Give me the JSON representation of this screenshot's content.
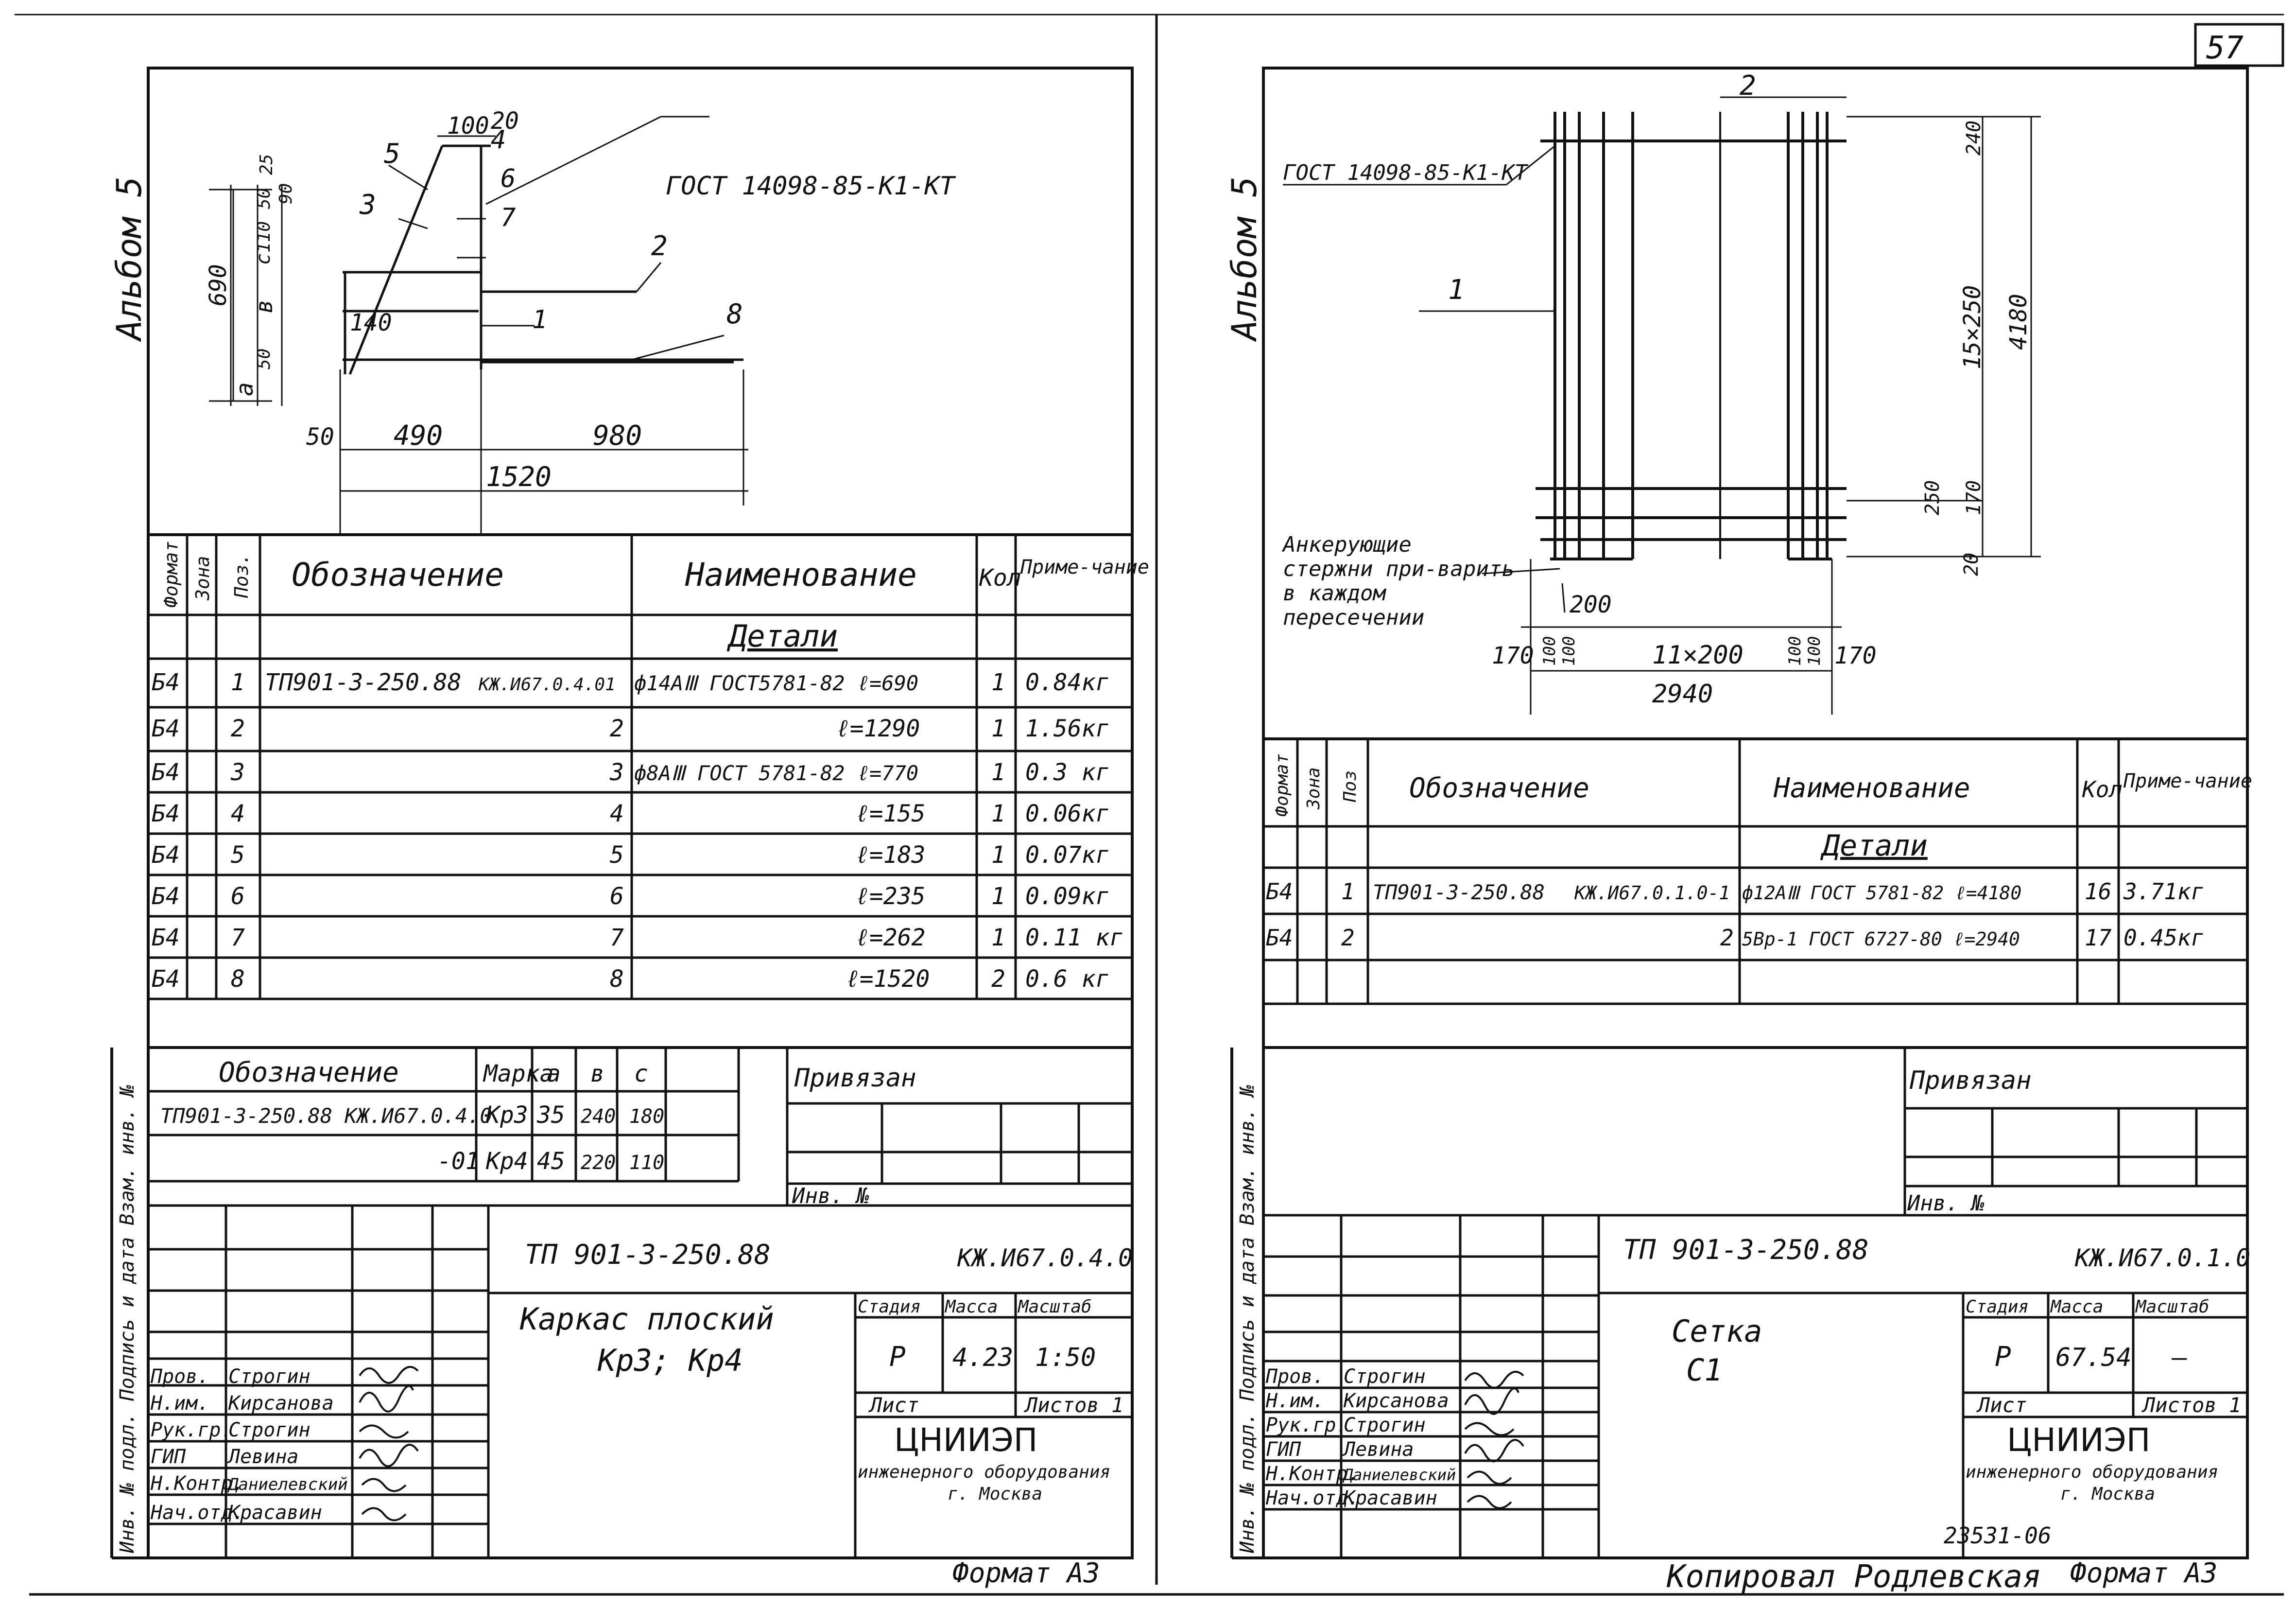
{
  "page": {
    "page_number": "57",
    "copied_by": "Копировал Родлевская",
    "stamp_number": "23531-06"
  },
  "left": {
    "album_label": "Альбом 5",
    "drawing": {
      "gost_label": "ГОСТ 14098-85-К1-КТ",
      "dims": {
        "d100": "100",
        "d20": "20",
        "d25": "25",
        "d50a": "50",
        "d90": "90",
        "dc": "с",
        "d110": "110",
        "d690": "690",
        "db": "в",
        "d50b": "50",
        "da": "а",
        "d140": "140",
        "d50c": "50",
        "d490": "490",
        "d980": "980",
        "d1520": "1520"
      },
      "callouts": [
        "1",
        "2",
        "3",
        "4",
        "5",
        "6",
        "7",
        "8"
      ]
    },
    "spec": {
      "headers": {
        "format": "Формат",
        "zone": "Зона",
        "pos": "Поз.",
        "designation": "Обозначение",
        "name": "Наименование",
        "qty": "Кол",
        "note": "Приме-чание"
      },
      "section": "Детали",
      "rows": [
        {
          "format": "Б4",
          "pos": "1",
          "designation": "ТП901-3-250.88",
          "doc": "КЖ.И67.0.4.01",
          "name": "ф14АⅢ ГОСТ5781-82 ℓ=690",
          "qty": "1",
          "note": "0.84кг"
        },
        {
          "format": "Б4",
          "pos": "2",
          "designation": "",
          "doc": "2",
          "name": "ℓ=1290",
          "qty": "1",
          "note": "1.56кг"
        },
        {
          "format": "Б4",
          "pos": "3",
          "designation": "",
          "doc": "3",
          "name": "ф8АⅢ ГОСТ 5781-82 ℓ=770",
          "qty": "1",
          "note": "0.3 кг"
        },
        {
          "format": "Б4",
          "pos": "4",
          "designation": "",
          "doc": "4",
          "name": "ℓ=155",
          "qty": "1",
          "note": "0.06кг"
        },
        {
          "format": "Б4",
          "pos": "5",
          "designation": "",
          "doc": "5",
          "name": "ℓ=183",
          "qty": "1",
          "note": "0.07кг"
        },
        {
          "format": "Б4",
          "pos": "6",
          "designation": "",
          "doc": "6",
          "name": "ℓ=235",
          "qty": "1",
          "note": "0.09кг"
        },
        {
          "format": "Б4",
          "pos": "7",
          "designation": "",
          "doc": "7",
          "name": "ℓ=262",
          "qty": "1",
          "note": "0.11 кг"
        },
        {
          "format": "Б4",
          "pos": "8",
          "designation": "",
          "doc": "8",
          "name": "ℓ=1520",
          "qty": "2",
          "note": "0.6 кг"
        }
      ]
    },
    "marks": {
      "headers": {
        "designation": "Обозначение",
        "mark": "Марка",
        "a": "а",
        "b": "в",
        "c": "с"
      },
      "rows": [
        {
          "designation": "ТП901-3-250.88 КЖ.И67.0.4.0",
          "mark": "Кр3",
          "a": "35",
          "b": "240",
          "c": "180"
        },
        {
          "designation": "-01",
          "mark": "Кр4",
          "a": "45",
          "b": "220",
          "c": "110"
        }
      ]
    },
    "binding": {
      "title": "Привязан",
      "inv": "Инв. №"
    },
    "side_labels": "Инв. № подл.  Подпись и дата  Взам. инв. №",
    "title_block": {
      "code": "ТП 901-3-250.88",
      "sheet_code": "КЖ.И67.0.4.0",
      "title": "Каркас плоский",
      "subtitle": "Кр3; Кр4",
      "stage_label": "Стадия",
      "mass_label": "Масса",
      "scale_label": "Масштаб",
      "stage": "Р",
      "mass": "4.23",
      "scale": "1:50",
      "sheet_label": "Лист",
      "sheets_label": "Листов 1",
      "org": "ЦНИИЭП",
      "org_sub": "инженерного оборудования",
      "city": "г. Москва",
      "people": [
        {
          "role": "Пров.",
          "name": "Строгин"
        },
        {
          "role": "Н.им.",
          "name": "Кирсанова"
        },
        {
          "role": "Рук.гр.",
          "name": "Строгин"
        },
        {
          "role": "ГИП",
          "name": "Левина"
        },
        {
          "role": "Н.Контр.",
          "name": "Даниелевский"
        },
        {
          "role": "Нач.отд.",
          "name": "Красавин"
        }
      ]
    },
    "format_label": "Формат А3"
  },
  "right": {
    "album_label": "Альбом 5",
    "drawing": {
      "gost_label": "ГОСТ 14098-85-К1-КТ",
      "note": [
        "Анкерующие",
        "стержни при-варить",
        "в каждом",
        "пересечении"
      ],
      "dims": {
        "d240": "240",
        "d15x250": "15×250",
        "d4180": "4180",
        "d250": "250",
        "d170v": "170",
        "d20": "20",
        "d200": "200",
        "d170l": "170",
        "d100a": "100",
        "d100b": "100",
        "d11x200": "11×200",
        "d100c": "100",
        "d100d": "100",
        "d170r": "170",
        "d2940": "2940"
      },
      "callouts": [
        "1",
        "2"
      ]
    },
    "spec": {
      "headers": {
        "format": "Формат",
        "zone": "Зона",
        "pos": "Поз",
        "designation": "Обозначение",
        "name": "Наименование",
        "qty": "Кол",
        "note": "Приме-чание"
      },
      "section": "Детали",
      "rows": [
        {
          "format": "Б4",
          "pos": "1",
          "designation": "ТП901-3-250.88",
          "doc": "КЖ.И67.0.1.0-1",
          "name": "ф12АⅢ ГОСТ 5781-82 ℓ=4180",
          "qty": "16",
          "note": "3.71кг"
        },
        {
          "format": "Б4",
          "pos": "2",
          "designation": "",
          "doc": "2",
          "name": "5Вр-1 ГОСТ 6727-80 ℓ=2940",
          "qty": "17",
          "note": "0.45кг"
        }
      ]
    },
    "binding": {
      "title": "Привязан",
      "inv": "Инв. №"
    },
    "side_labels": "Инв. № подл.  Подпись и дата  Взам. инв. №",
    "title_block": {
      "code": "ТП 901-3-250.88",
      "sheet_code": "КЖ.И67.0.1.0",
      "title": "Сетка",
      "subtitle": "С1",
      "stage_label": "Стадия",
      "mass_label": "Масса",
      "scale_label": "Масштаб",
      "stage": "Р",
      "mass": "67.54",
      "scale": "–",
      "sheet_label": "Лист",
      "sheets_label": "Листов 1",
      "org": "ЦНИИЭП",
      "org_sub": "инженерного оборудования",
      "city": "г. Москва",
      "people": [
        {
          "role": "Пров.",
          "name": "Строгин"
        },
        {
          "role": "Н.им.",
          "name": "Кирсанова"
        },
        {
          "role": "Рук.гр.",
          "name": "Строгин"
        },
        {
          "role": "ГИП",
          "name": "Левина"
        },
        {
          "role": "Н.Контр.",
          "name": "Даниелевский"
        },
        {
          "role": "Нач.отд.",
          "name": "Красавин"
        }
      ]
    },
    "format_label": "Формат А3"
  }
}
